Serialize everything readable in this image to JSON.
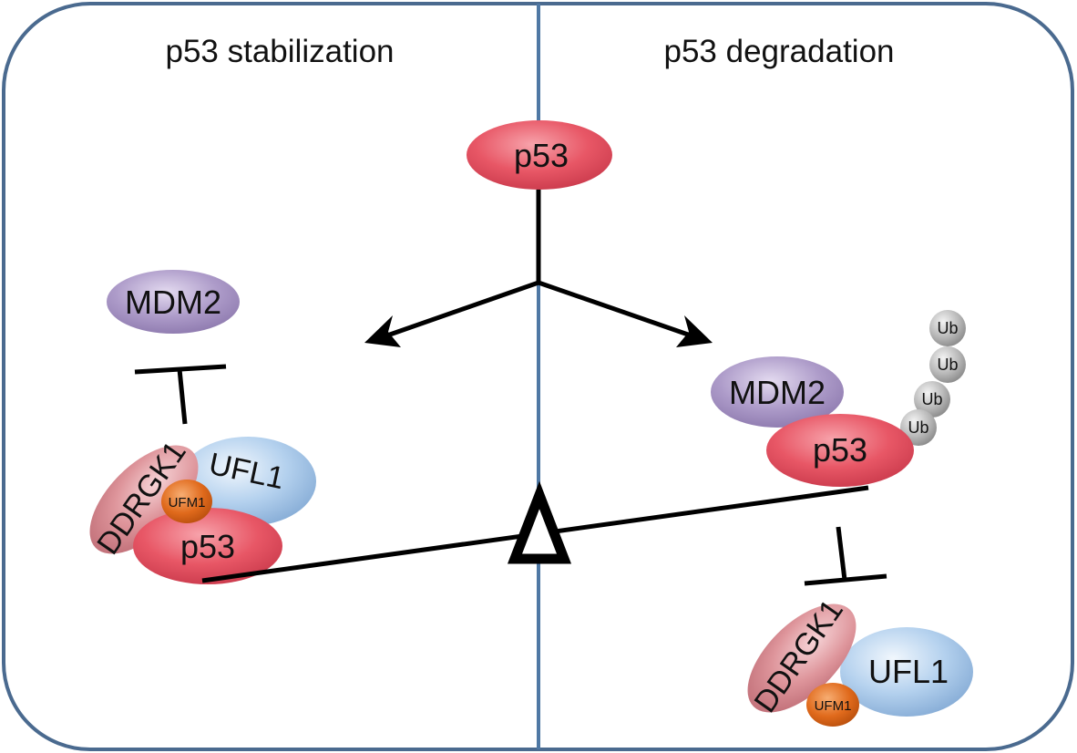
{
  "panels": {
    "left_title": "p53 stabilization",
    "right_title": "p53 degradation"
  },
  "center": {
    "p53_label": "p53"
  },
  "left": {
    "mdm2_label": "MDM2",
    "ddrgk1_label": "DDRGK1",
    "ufl1_label": "UFL1",
    "ufm1_label": "UFM1",
    "p53_label": "p53"
  },
  "right": {
    "mdm2_label": "MDM2",
    "p53_label": "p53",
    "ub_labels": [
      "Ub",
      "Ub",
      "Ub",
      "Ub"
    ],
    "ddrgk1_label": "DDRGK1",
    "ufl1_label": "UFL1",
    "ufm1_label": "UFM1"
  },
  "colors": {
    "frame": "#4a6a8f",
    "divider": "#4f78a4",
    "p53": "#e2505f",
    "mdm2": "#a995c4",
    "ufl1": "#a9c8e8",
    "ddrgk1": "#d98a91",
    "ufm1": "#e06a1c",
    "ub": "#b3b3b3"
  }
}
